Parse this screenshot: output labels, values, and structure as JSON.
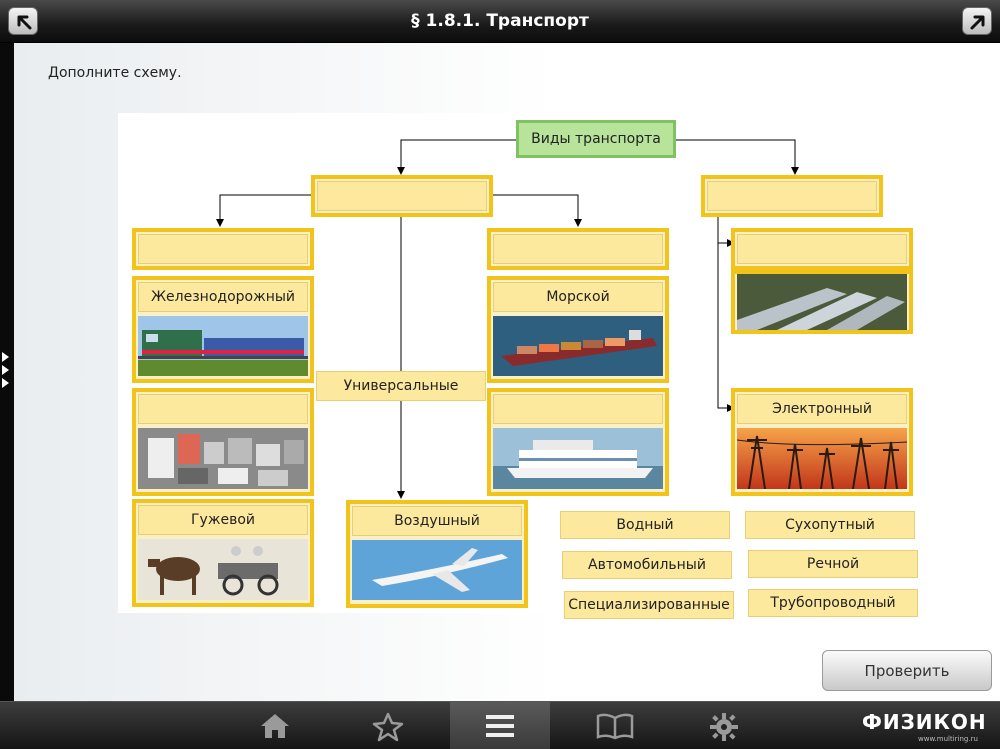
{
  "header": {
    "title": "§ 1.8.1. Транспорт"
  },
  "instruction": "Дополните схему.",
  "diagram": {
    "root": "Виды транспорта",
    "filled_labels": {
      "railway": "Железнодорожный",
      "sea": "Морской",
      "universal": "Универсальные",
      "electronic": "Электронный",
      "horse": "Гужевой",
      "air": "Воздушный"
    },
    "options": [
      "Водный",
      "Автомобильный",
      "Специализированные",
      "Сухопутный",
      "Речной",
      "Трубопроводный"
    ]
  },
  "actions": {
    "check_label": "Проверить"
  },
  "toolbar": {
    "brand": "ФИЗИКОН",
    "brand_url": "www.multiring.ru"
  },
  "colors": {
    "box_border": "#f2c318",
    "slot_fill": "#fde99e",
    "root_fill": "#b8e39a"
  }
}
